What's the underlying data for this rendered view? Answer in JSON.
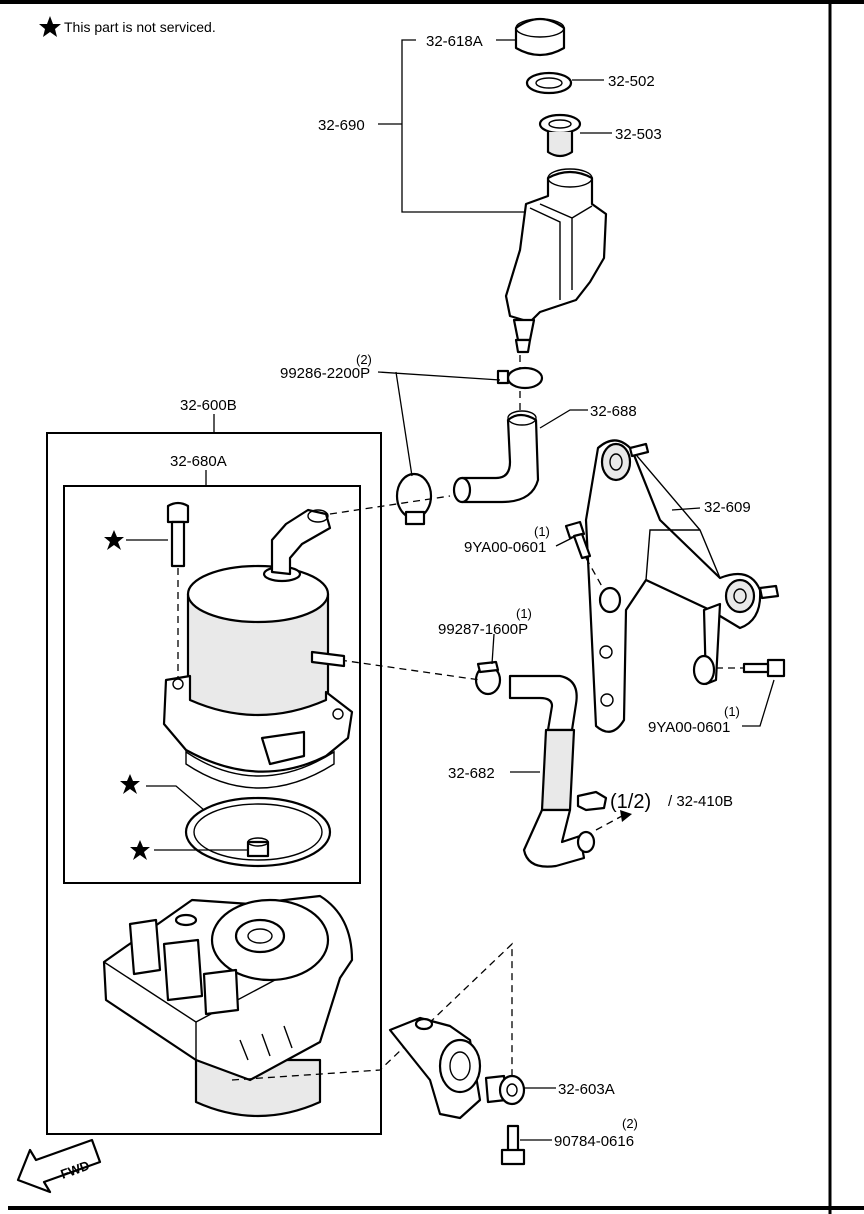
{
  "note": "This part is not serviced.",
  "labels": {
    "p32_618A": "32-618A",
    "p32_502": "32-502",
    "p32_503": "32-503",
    "p32_690": "32-690",
    "p99286": "99286-2200P",
    "q99286": "(2)",
    "p32_688": "32-688",
    "p32_600B": "32-600B",
    "p32_680A": "32-680A",
    "p32_609": "32-609",
    "p9YA00_a": "9YA00-0601",
    "q9YA00_a": "(1)",
    "p99287": "99287-1600P",
    "q99287": "(1)",
    "p9YA00_b": "9YA00-0601",
    "q9YA00_b": "(1)",
    "p32_682": "32-682",
    "ref_fraction": "(1/2)",
    "ref_part": "/ 32-410B",
    "p32_603A": "32-603A",
    "p90784": "90784-0616",
    "q90784": "(2)",
    "fwd": "FWD"
  }
}
